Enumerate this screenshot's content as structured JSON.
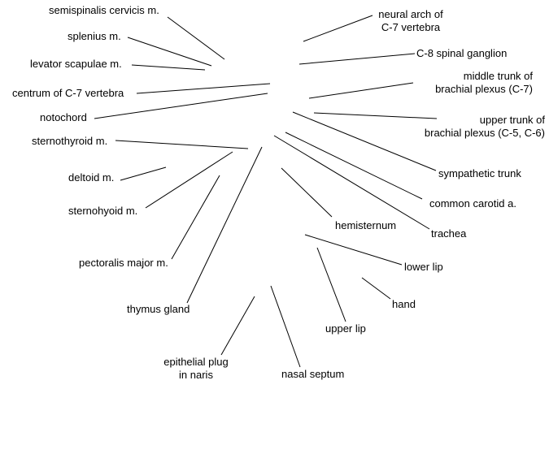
{
  "labels": {
    "semispinalis": "semispinalis cervicis m.",
    "splenius": "splenius m.",
    "levator": "levator scapulae m.",
    "centrum": "centrum of C-7 vertebra",
    "notochord": "notochord",
    "sternothyroid": "sternothyroid m.",
    "deltoid": "deltoid m.",
    "sternohyoid": "sternohyoid m.",
    "pectoralis": "pectoralis major m.",
    "thymus": "thymus gland",
    "epithelial_plug": [
      "epithelial plug",
      "in naris"
    ],
    "nasal_septum": "nasal septum",
    "neural_arch": [
      "neural arch of",
      "C-7 vertebra"
    ],
    "c8_ganglion": "C-8 spinal ganglion",
    "middle_trunk": [
      "middle trunk of",
      "brachial plexus (C-7)"
    ],
    "upper_trunk": [
      "upper trunk of",
      "brachial plexus (C-5, C-6)"
    ],
    "sympathetic": "sympathetic trunk",
    "carotid": "common carotid a.",
    "hemisternum": "hemisternum",
    "trachea": "trachea",
    "lower_lip": "lower lip",
    "hand": "hand",
    "upper_lip": "upper lip"
  }
}
